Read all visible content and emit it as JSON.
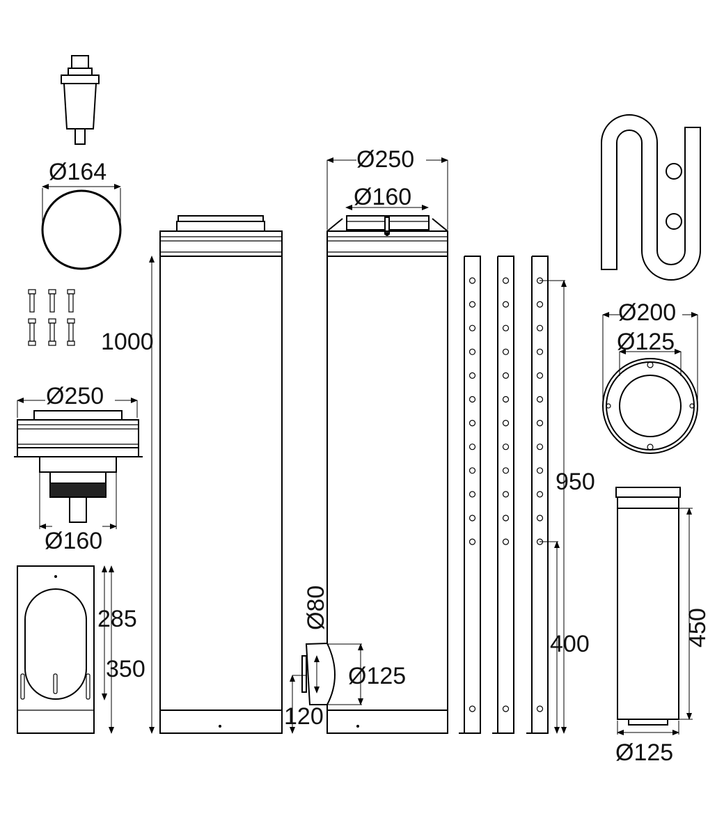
{
  "drawing": {
    "stroke_color": "#000000",
    "background": "#ffffff",
    "components": [
      {
        "name": "air-vent-valve"
      },
      {
        "name": "disc",
        "dim": "Ø164"
      },
      {
        "name": "bolt-set"
      },
      {
        "name": "adapter",
        "dim_top": "Ø250",
        "dim_bottom": "Ø160"
      },
      {
        "name": "inspection-piece",
        "dim_a": "285",
        "dim_b": "350"
      },
      {
        "name": "pipe-1000",
        "dim": "1000"
      },
      {
        "name": "pipe-with-outlet",
        "dim_outer": "Ø250",
        "dim_inner": "Ø160",
        "dim_branch": "Ø80",
        "dim_outlet": "Ø125",
        "dim_height": "120"
      },
      {
        "name": "rails",
        "dim_long": "950",
        "dim_short": "400"
      },
      {
        "name": "siphon"
      },
      {
        "name": "wall-plate",
        "dim_outer": "Ø200",
        "dim_inner": "Ø125"
      },
      {
        "name": "pipe-450",
        "dim_len": "450",
        "dim_dia": "Ø125"
      }
    ]
  }
}
